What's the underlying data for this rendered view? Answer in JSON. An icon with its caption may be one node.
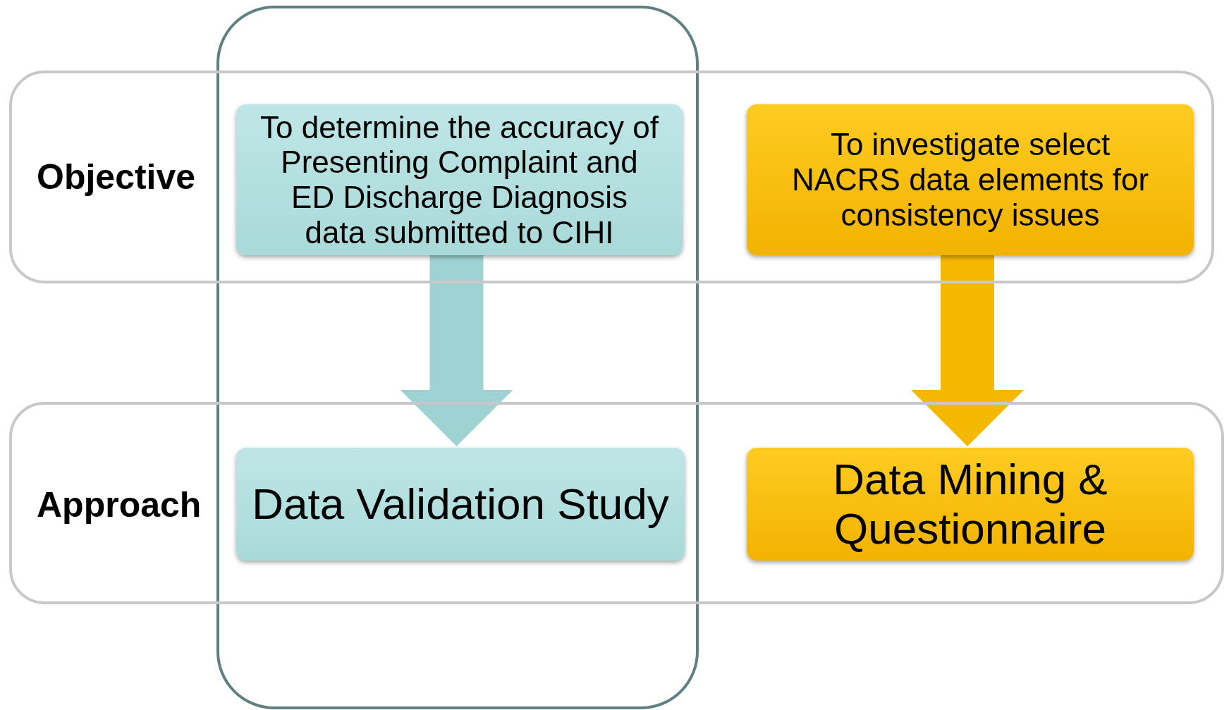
{
  "diagram": {
    "nodes": [
      {
        "text": [
          "Objective"
        ]
      },
      {
        "text": [
          "To determine the accuracy of Presenting Complaint and ED Discharge Diagnosis data submitted to CIHI"
        ],
        "in": 0
      },
      {
        "text": [
          "To investigate select NACRS data elements for consistency issues"
        ],
        "in": 0
      },
      {
        "text": [
          "Approach"
        ]
      },
      {
        "text": [
          "Data Validation Study"
        ],
        "in": 3
      },
      {
        "text": [
          "Data Mining & Questionnaire"
        ],
        "in": 3
      }
    ],
    "edges": [
      {
        "from": 1,
        "to": 4,
        "arrow": "to",
        "color": "#9fd3d3"
      },
      {
        "from": 2,
        "to": 5,
        "arrow": "to",
        "color": "#f5b800"
      }
    ]
  }
}
